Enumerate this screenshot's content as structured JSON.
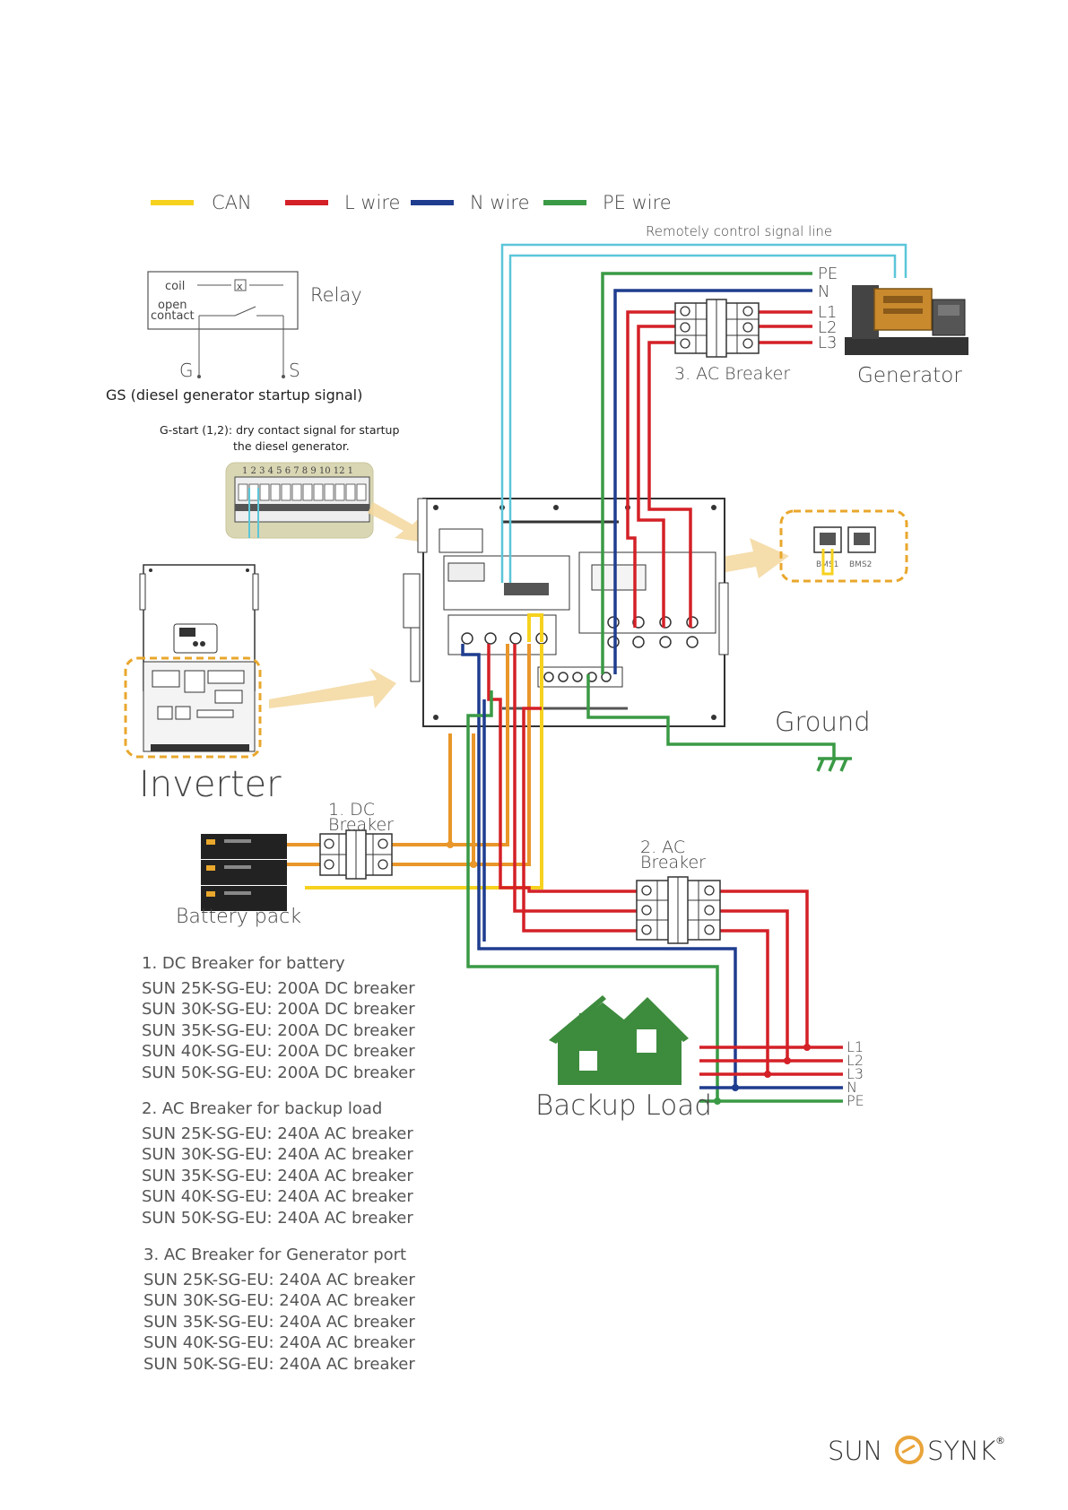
{
  "legend": [
    {
      "label": "CAN",
      "color": "#f6d21f"
    },
    {
      "label": "L wire",
      "color": "#d42027"
    },
    {
      "label": "N wire",
      "color": "#1f3d8f"
    },
    {
      "label": "PE wire",
      "color": "#3a9a45"
    }
  ],
  "signal_line_label": "Remotely control signal line",
  "signal_line_color": "#5bc6d9",
  "dc_wire_color": "#e9962a",
  "relay": {
    "title": "Relay",
    "coil": "coil",
    "open": "open",
    "contact": "contact",
    "g": "G",
    "s": "S",
    "gs_caption": "GS (diesel generator startup signal)"
  },
  "gstart_caption_1": "G-start (1,2): dry contact signal for startup",
  "gstart_caption_2": "the diesel generator.",
  "terminal_numbers": "1  2  3 4  5  6  7  8  9  10 12 1",
  "generator": {
    "label": "Generator",
    "terminals": [
      "PE",
      "N",
      "L1",
      "L2",
      "L3"
    ]
  },
  "ac_breaker_3": "3. AC Breaker",
  "bms": [
    "BMS1",
    "BMS2"
  ],
  "inverter_label": "Inverter",
  "ground_label": "Ground",
  "dc_breaker": {
    "line1": "1. DC",
    "line2": "Breaker"
  },
  "battery_label": "Battery pack",
  "ac_breaker_2": {
    "line1": "2. AC",
    "line2": "Breaker"
  },
  "backup": {
    "label": "Backup Load",
    "terminals": [
      "L1",
      "L2",
      "L3",
      "N",
      "PE"
    ],
    "house_color": "#3d8b3d"
  },
  "specs": [
    {
      "heading": "1. DC Breaker for battery",
      "items": [
        "SUN 25K-SG-EU:  200A DC breaker",
        "SUN 30K-SG-EU:  200A DC breaker",
        "SUN 35K-SG-EU:  200A DC breaker",
        "SUN 40K-SG-EU:  200A DC breaker",
        "SUN 50K-SG-EU: 200A DC breaker"
      ]
    },
    {
      "heading": "2. AC Breaker for  backup load",
      "items": [
        "SUN 25K-SG-EU: 240A AC breaker",
        "SUN 30K-SG-EU: 240A AC breaker",
        "SUN 35K-SG-EU: 240A AC breaker",
        "SUN 40K-SG-EU:  240A AC breaker",
        "SUN 50K-SG-EU: 240A AC breaker"
      ]
    },
    {
      "heading": "3. AC Breaker for Generator port",
      "items": [
        "SUN 25K-SG-EU: 240A AC breaker",
        "SUN 30K-SG-EU: 240A AC breaker",
        "SUN 35K-SG-EU: 240A AC breaker",
        "SUN 40K-SG-EU:  240A AC breaker",
        "SUN 50K-SG-EU: 240A AC breaker"
      ]
    }
  ],
  "brand": {
    "left": "SUN",
    "right": "SYNK",
    "reg": "®",
    "accent": "#e9a43a"
  }
}
